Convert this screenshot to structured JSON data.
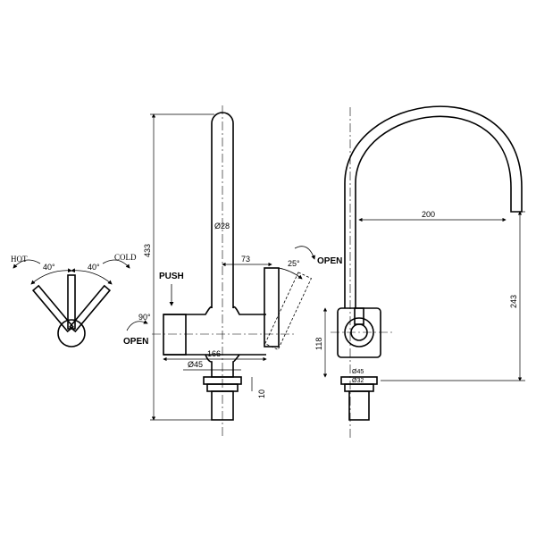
{
  "labels": {
    "hot": "HOT",
    "cold": "COLD",
    "angle_hot": "40°",
    "angle_cold": "40°",
    "angle_90": "90°",
    "open_left": "OPEN",
    "push": "PUSH",
    "open_right": "OPEN",
    "angle_25": "25°"
  },
  "dimensions": {
    "total_height": "433",
    "spout_dia": "Ø28",
    "lever_offset": "73",
    "body_width": "166",
    "body_dia": "Ø45",
    "base_thickness": "10",
    "reach": "200",
    "spout_height": "243",
    "lever_height": "118",
    "base_dia_45": "Ø45",
    "base_dia_32": "Ø32"
  }
}
